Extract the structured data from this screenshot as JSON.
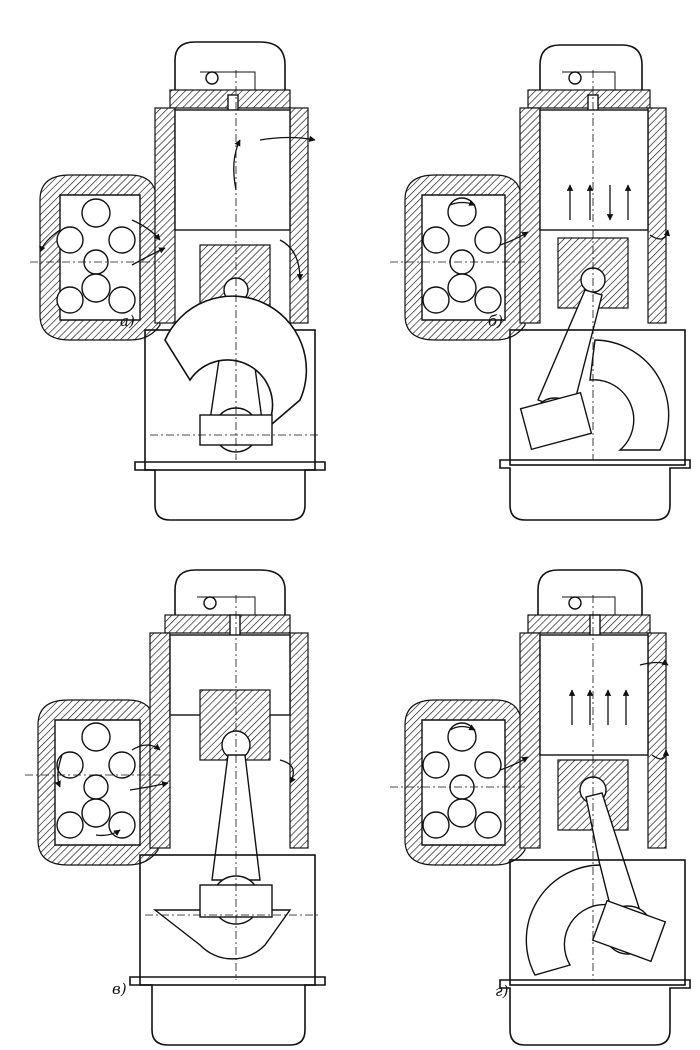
{
  "panels": [
    {
      "id": "a",
      "label": "а)",
      "stroke": "upward-exhaust"
    },
    {
      "id": "b",
      "label": "б)",
      "stroke": "downward-intake"
    },
    {
      "id": "v",
      "label": "в)",
      "stroke": "upward-compression"
    },
    {
      "id": "g",
      "label": "г)",
      "stroke": "downward-power"
    }
  ],
  "colors": {
    "ink": "#111111",
    "paper": "#ffffff"
  }
}
